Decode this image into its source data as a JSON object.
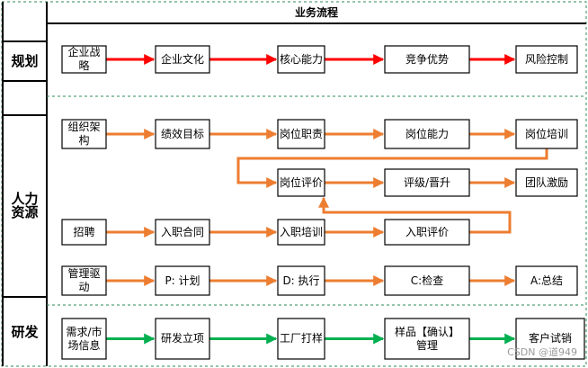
{
  "title": "业务流程",
  "watermark": "CSDN @道949",
  "colors": {
    "red": "#ff0000",
    "orange": "#ed7d31",
    "green": "#00b050",
    "border": "#000000",
    "frame": "#2e8b57"
  },
  "sections": [
    {
      "id": "planning",
      "label": "规划"
    },
    {
      "id": "hr",
      "label": "人力\n资源"
    },
    {
      "id": "rd",
      "label": "研发"
    }
  ],
  "nodes": {
    "ent_strategy": "企业战\n略",
    "ent_culture": "企业文化",
    "core_ability": "核心能力",
    "competitive_adv": "竞争优势",
    "risk_control": "风险控制",
    "org_structure": "组织架\n构",
    "perf_goals": "绩效目标",
    "post_duties": "岗位职责",
    "post_ability": "岗位能力",
    "post_training": "岗位培训",
    "post_eval": "岗位评价",
    "rank_promotion": "评级/晋升",
    "team_incentive": "团队激励",
    "recruit": "招聘",
    "contract": "入职合同",
    "onboard_training": "入职培训",
    "onboard_eval": "入职评价",
    "mgmt_drive": "管理驱\n动",
    "p_plan": "P: 计划",
    "d_execute": "D: 执行",
    "c_check": "C:检查",
    "a_summary": "A:总结",
    "demand_info": "需求/市\n场信息",
    "rd_project": "研发立项",
    "factory_sample": "工厂打样",
    "sample_confirm": "样品【确认】\n管理",
    "customer_trial": "客户试销"
  },
  "edges": [
    {
      "from": "ent_strategy",
      "to": "ent_culture",
      "color": "red"
    },
    {
      "from": "ent_culture",
      "to": "core_ability",
      "color": "red"
    },
    {
      "from": "core_ability",
      "to": "competitive_adv",
      "color": "red"
    },
    {
      "from": "competitive_adv",
      "to": "risk_control",
      "color": "red"
    },
    {
      "from": "org_structure",
      "to": "perf_goals",
      "color": "orange"
    },
    {
      "from": "perf_goals",
      "to": "post_duties",
      "color": "orange"
    },
    {
      "from": "post_duties",
      "to": "post_ability",
      "color": "orange"
    },
    {
      "from": "post_ability",
      "to": "post_training",
      "color": "orange"
    },
    {
      "from": "post_training",
      "to": "post_eval",
      "color": "orange"
    },
    {
      "from": "post_eval",
      "to": "rank_promotion",
      "color": "orange"
    },
    {
      "from": "rank_promotion",
      "to": "team_incentive",
      "color": "orange"
    },
    {
      "from": "recruit",
      "to": "contract",
      "color": "orange"
    },
    {
      "from": "contract",
      "to": "onboard_training",
      "color": "orange"
    },
    {
      "from": "onboard_training",
      "to": "onboard_eval",
      "color": "orange"
    },
    {
      "from": "onboard_eval",
      "to": "post_eval",
      "color": "orange"
    },
    {
      "from": "mgmt_drive",
      "to": "p_plan",
      "color": "orange"
    },
    {
      "from": "p_plan",
      "to": "d_execute",
      "color": "orange"
    },
    {
      "from": "d_execute",
      "to": "c_check",
      "color": "orange"
    },
    {
      "from": "c_check",
      "to": "a_summary",
      "color": "orange"
    },
    {
      "from": "demand_info",
      "to": "rd_project",
      "color": "green"
    },
    {
      "from": "rd_project",
      "to": "factory_sample",
      "color": "green"
    },
    {
      "from": "factory_sample",
      "to": "sample_confirm",
      "color": "green"
    },
    {
      "from": "sample_confirm",
      "to": "customer_trial",
      "color": "green"
    }
  ]
}
